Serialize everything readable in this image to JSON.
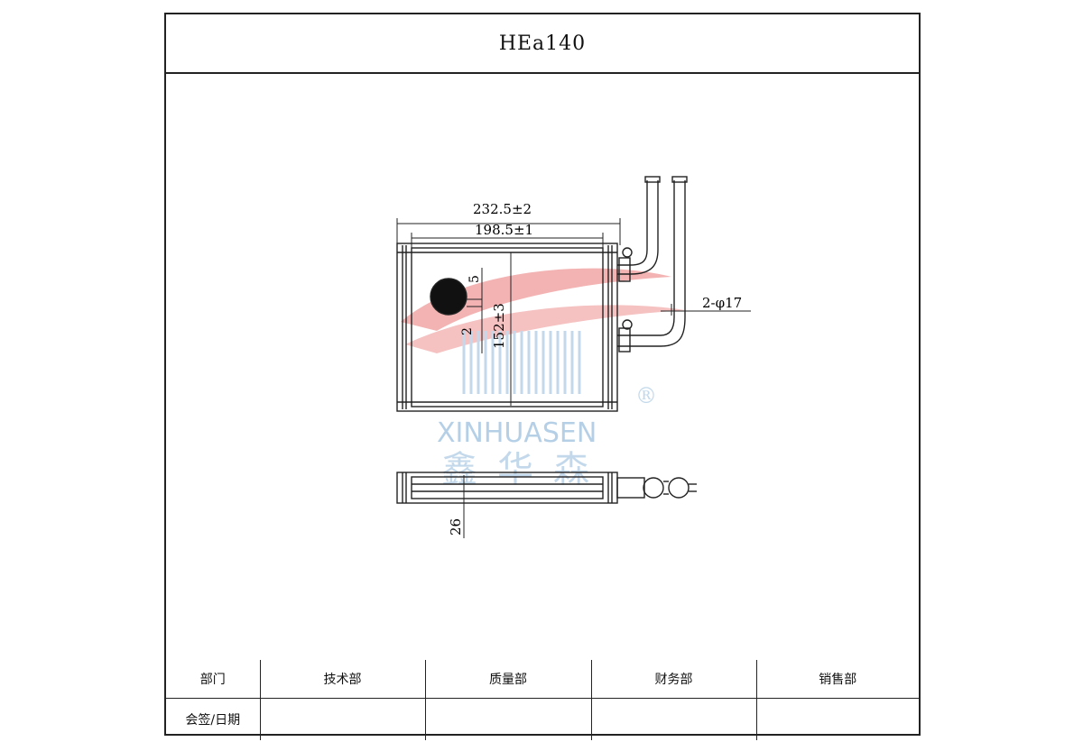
{
  "title": "HEa140",
  "dimensions": {
    "overall_width": "232.5±2",
    "core_width": "198.5±1",
    "core_height": "152±3",
    "hole_offset_top": "5",
    "hole_offset_side": "2",
    "pipe_diameter": "2-φ17",
    "thickness": "26"
  },
  "watermark": {
    "brand": "XINHUASEN",
    "chinese": "鑫华森",
    "registered": "®"
  },
  "sign_table": {
    "row1": {
      "label": "部门",
      "dept1": "技术部",
      "dept2": "质量部",
      "dept3": "财务部",
      "dept4": "销售部"
    },
    "row2": {
      "label": "会签/日期"
    }
  },
  "colors": {
    "line": "#222222",
    "watermark_red": "#e57373",
    "watermark_blue": "#9ec3df"
  }
}
